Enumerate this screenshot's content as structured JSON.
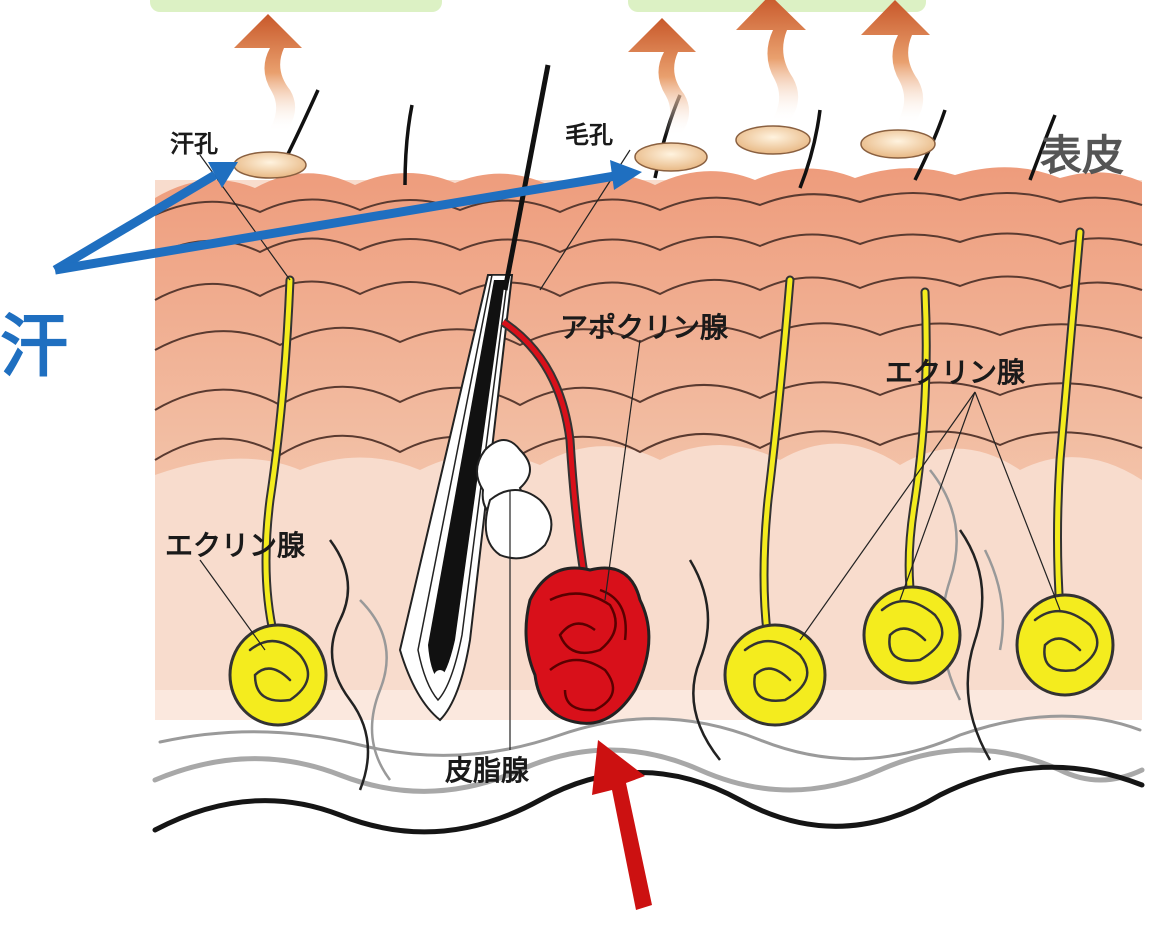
{
  "labels": {
    "sweat_pore": "汗孔",
    "hair_pore": "毛孔",
    "epidermis": "表皮",
    "sweat": "汗",
    "apocrine_gland": "アポクリン腺",
    "eccrine_gland_right": "エクリン腺",
    "eccrine_gland_left": "エクリン腺",
    "sebaceous_gland": "皮脂腺"
  },
  "colors": {
    "epidermis": "#f0a98a",
    "dermis": "#f7d6c6",
    "eccrine": "#f4ec1e",
    "apocrine": "#d8101a",
    "sweat_arrow": "#1f6fc0",
    "highlight_arrow": "#cc1111",
    "vapor": "#d6703a",
    "label_text": "#333333",
    "sweat_text": "#1f6fc0",
    "header_box": "#d9f0c0"
  }
}
